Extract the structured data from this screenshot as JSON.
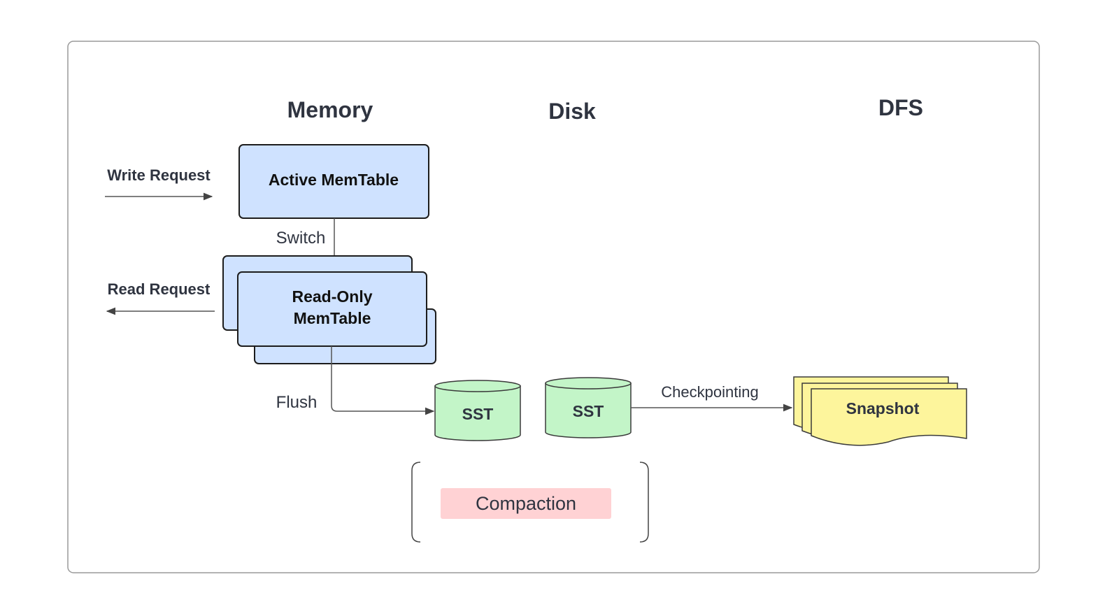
{
  "sections": {
    "memory": "Memory",
    "disk": "Disk",
    "dfs": "DFS"
  },
  "requests": {
    "write": "Write Request",
    "read": "Read Request"
  },
  "boxes": {
    "active_memtable": "Active MemTable",
    "readonly_memtable_line1": "Read-Only",
    "readonly_memtable_line2": "MemTable"
  },
  "edges": {
    "switch": "Switch",
    "flush": "Flush",
    "checkpointing": "Checkpointing"
  },
  "storage": {
    "sst_1": "SST",
    "sst_2": "SST",
    "snapshot": "Snapshot"
  },
  "process": {
    "compaction": "Compaction"
  },
  "colors": {
    "memtable_fill": "#cfe2ff",
    "sst_fill": "#c3f5c8",
    "snapshot_fill": "#fdf59c",
    "compaction_fill": "#ffd2d4"
  }
}
